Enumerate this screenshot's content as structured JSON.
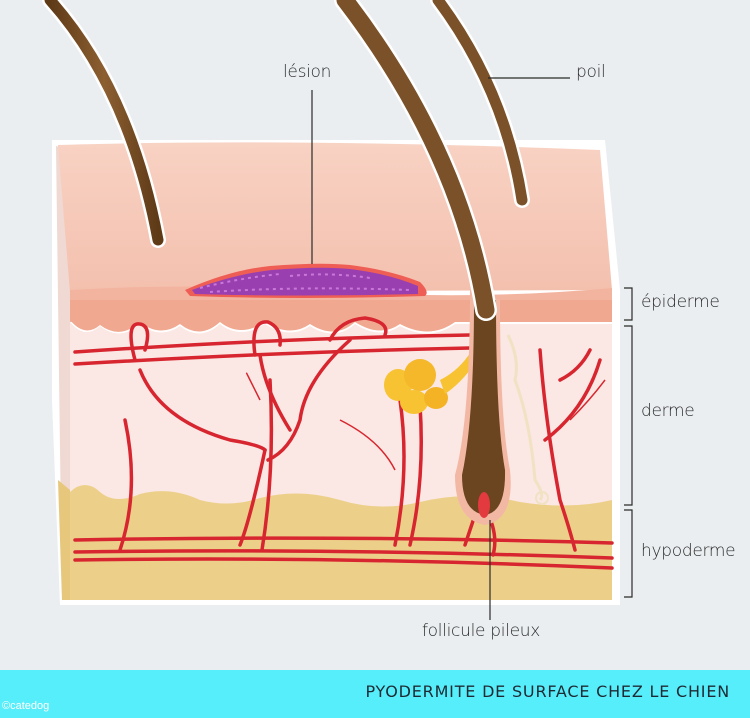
{
  "diagram": {
    "title": "PYODERMITE DE SURFACE CHEZ LE CHIEN",
    "copyright": "©catedog",
    "labels": {
      "lesion": "lésion",
      "hair": "poil",
      "epidermis": "épiderme",
      "dermis": "derme",
      "hypodermis": "hypoderme",
      "follicle": "follicule pileux"
    },
    "colors": {
      "background": "#ebeef1",
      "footer": "#56eefb",
      "skin_top": "#f6c9b9",
      "epidermis": "#f0a890",
      "dermis": "#fbe7e3",
      "hypodermis": "#ecd08a",
      "vessel": "#d7262f",
      "hair": "#7a5128",
      "lesion": "#8a3aa8",
      "gland": "#f7c332"
    }
  }
}
